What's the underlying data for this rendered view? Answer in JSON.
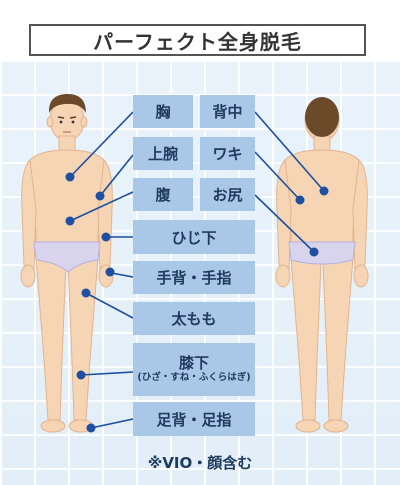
{
  "title": "パーフェクト全身脱毛",
  "parts": {
    "chest": "胸",
    "back": "背中",
    "upper_arm": "上腕",
    "armpit": "ワキ",
    "stomach": "腹",
    "buttocks": "お尻",
    "elbow": "ひじ下",
    "hand": "手背・手指",
    "thigh": "太もも",
    "knee_label": "膝下",
    "knee_sub": "(ひざ・すね・ふくらはぎ)",
    "foot": "足背・足指"
  },
  "note": "※VIO・顔含む",
  "colors": {
    "button": "#a9c8e8",
    "button_text": "#1e3a5f",
    "dot": "#1e4fa0",
    "skin": "#f6d5b5",
    "hair": "#6b4a2a",
    "underwear": "#d8d4ee"
  }
}
